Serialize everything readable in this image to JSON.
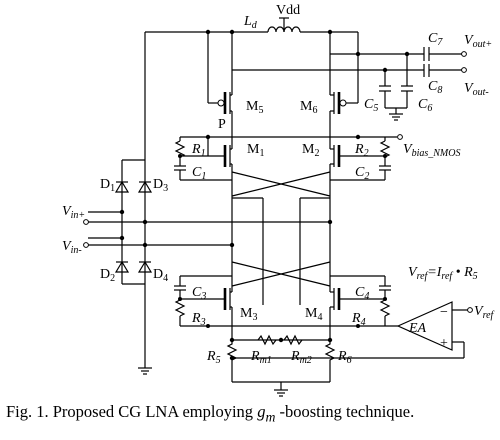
{
  "labels": {
    "vdd": "Vdd",
    "ld_main": "L",
    "ld_sub": "d",
    "c7_main": "C",
    "c7_sub": "7",
    "c8_main": "C",
    "c8_sub": "8",
    "c5_main": "C",
    "c5_sub": "5",
    "c6_main": "C",
    "c6_sub": "6",
    "vout_plus_main": "V",
    "vout_plus_sub": "out+",
    "vout_minus_main": "V",
    "vout_minus_sub": "out-",
    "m5_main": "M",
    "m5_sub": "5",
    "m6_main": "M",
    "m6_sub": "6",
    "p_node": "P",
    "m1_main": "M",
    "m1_sub": "1",
    "m2_main": "M",
    "m2_sub": "2",
    "r1_main": "R",
    "r1_sub": "1",
    "r2_main": "R",
    "r2_sub": "2",
    "c1_main": "C",
    "c1_sub": "1",
    "c2_main": "C",
    "c2_sub": "2",
    "vbias_main": "V",
    "vbias_sub": "bias_NMOS",
    "d1_main": "D",
    "d1_sub": "1",
    "d2_main": "D",
    "d2_sub": "2",
    "d3_main": "D",
    "d3_sub": "3",
    "d4_main": "D",
    "d4_sub": "4",
    "vin_plus_main": "V",
    "vin_plus_sub": "in+",
    "vin_minus_main": "V",
    "vin_minus_sub": "in-",
    "c3_main": "C",
    "c3_sub": "3",
    "c4_main": "C",
    "c4_sub": "4",
    "r3_main": "R",
    "r3_sub": "3",
    "r4_main": "R",
    "r4_sub": "4",
    "m3_main": "M",
    "m3_sub": "3",
    "m4_main": "M",
    "m4_sub": "4",
    "r5_main": "R",
    "r5_sub": "5",
    "r6_main": "R",
    "r6_sub": "6",
    "rm1_main": "R",
    "rm1_sub": "m1",
    "rm2_main": "R",
    "rm2_sub": "m2",
    "ea": "EA",
    "vref_main": "V",
    "vref_sub": "ref",
    "minus_sign": "−",
    "plus_sign": "+",
    "eq_v": "V",
    "eq_v_sub": "ref",
    "eq_mid": "=I",
    "eq_i_sub": "ref",
    "eq_bullet": " • R",
    "eq_r_sub": "5"
  },
  "caption": {
    "prefix": "Fig. 1.   Proposed CG LNA employing ",
    "gm_main": "g",
    "gm_sub": "m",
    "suffix": " -boosting technique."
  }
}
